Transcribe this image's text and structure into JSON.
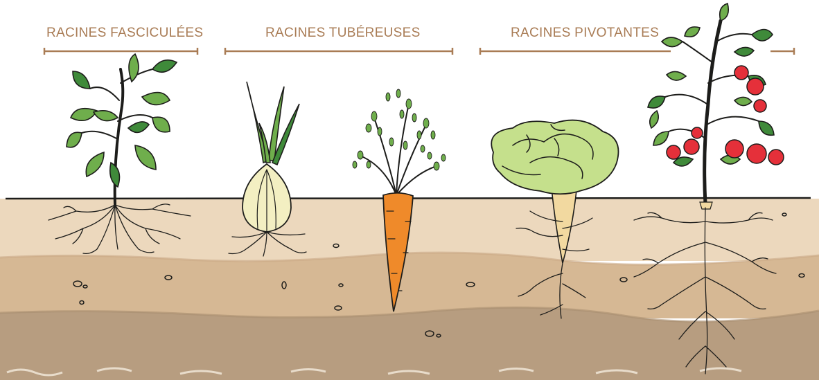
{
  "groups": [
    {
      "label": "RACINES FASCICULÉES"
    },
    {
      "label": "RACINES TUBÉREUSES"
    },
    {
      "label": "RACINES PIVOTANTES"
    }
  ],
  "colors": {
    "label": "#a97c55",
    "soil_top": "#ecd8bd",
    "soil_mid": "#d6b894",
    "soil_deep": "#b79d80",
    "ink": "#1d1d1b",
    "leaf": "#6fae4c",
    "carrot": "#ef8a2a",
    "onion": "#f3efc2",
    "lettuce": "#c5e08c",
    "tomato": "#e5303a"
  },
  "plants": [
    {
      "name": "bean-plant",
      "group": 0
    },
    {
      "name": "onion-plant",
      "group": 1
    },
    {
      "name": "carrot-plant",
      "group": 1
    },
    {
      "name": "lettuce-plant",
      "group": 2
    },
    {
      "name": "tomato-plant",
      "group": 2
    }
  ]
}
